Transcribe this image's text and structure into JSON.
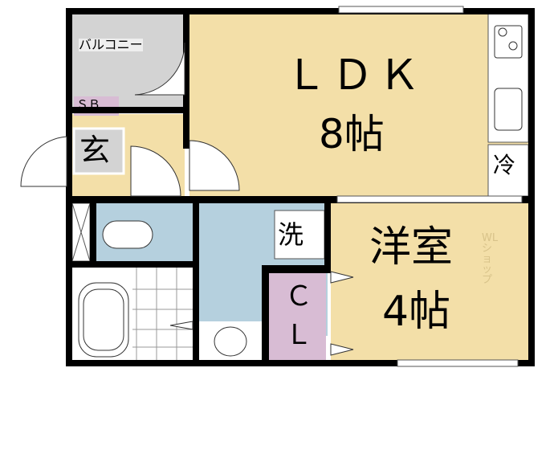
{
  "floor_plan": {
    "rooms": {
      "balcony": "バルコニー",
      "shoe_box": "ＳＢ",
      "entrance": "玄",
      "ldk_name": "ＬＤＫ",
      "ldk_size": "8帖",
      "refrigerator": "冷",
      "washer": "洗",
      "closet_c": "Ｃ",
      "closet_l": "Ｌ",
      "western_name": "洋室",
      "western_size": "4帖"
    },
    "watermark": "WL ショップ",
    "colors": {
      "wall": "#000000",
      "living": "#f3dfa8",
      "wet_area": "#b5d0de",
      "balcony": "#d3d3d3",
      "storage": "#d8bcd4",
      "fixture": "#ffffff"
    }
  }
}
